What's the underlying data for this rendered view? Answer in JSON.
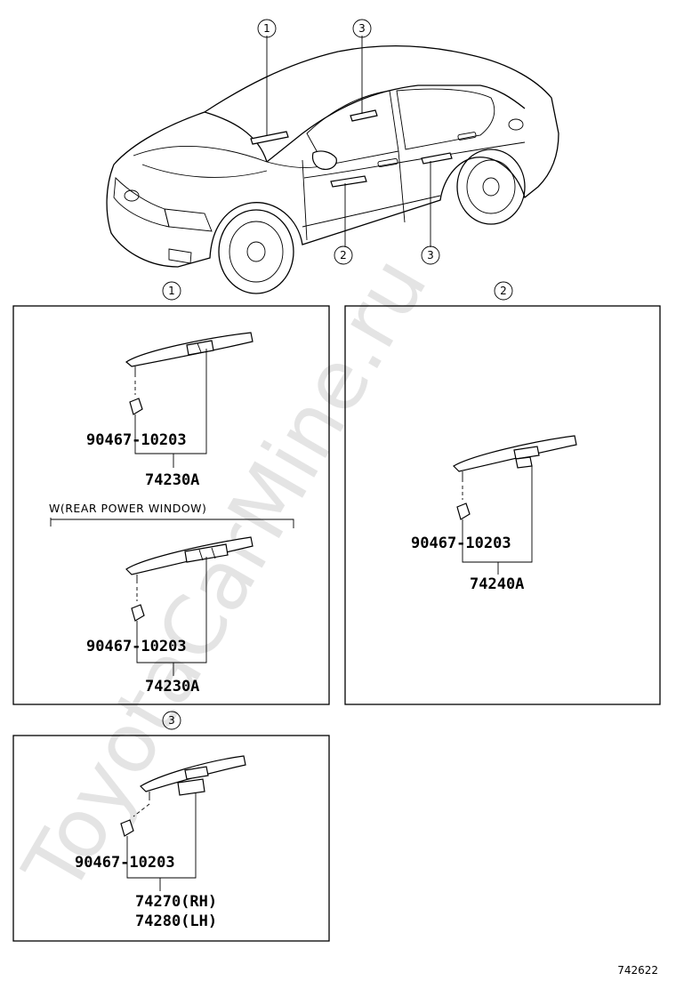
{
  "watermark": "ToyotaCarMine.ru",
  "figure_id": "742622",
  "callouts": {
    "c1": "1",
    "c2": "2",
    "c3": "3"
  },
  "panel1": {
    "upper": {
      "clip_part": "90467-10203",
      "assembly_part": "74230A"
    },
    "option_label": "W(REAR  POWER  WINDOW)",
    "lower": {
      "clip_part": "90467-10203",
      "assembly_part": "74230A"
    }
  },
  "panel2": {
    "clip_part": "90467-10203",
    "assembly_part": "74240A"
  },
  "panel3": {
    "clip_part": "90467-10203",
    "assembly_part_rh": "74270(RH)",
    "assembly_part_lh": "74280(LH)"
  }
}
